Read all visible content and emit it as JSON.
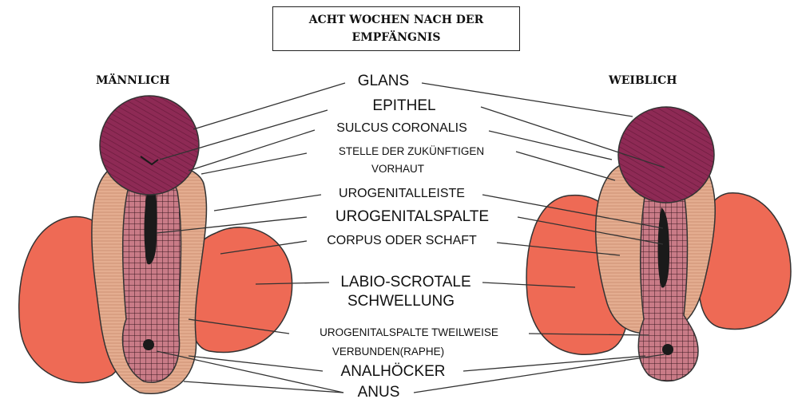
{
  "title": {
    "line1": "ACHT WOCHEN NACH DER",
    "line2": "EMPFÄNGNIS"
  },
  "male_title": "MÄNNLICH",
  "female_title": "WEIBLICH",
  "labels": {
    "glans": "GLANS",
    "epithel": "EPITHEL",
    "sulcus": "SULCUS CORONALIS",
    "vorhaut1": "STELLE DER ZUKÜNFTIGEN",
    "vorhaut2": "VORHAUT",
    "leiste": "UROGENITALLEISTE",
    "spalte": "UROGENITALSPALTE",
    "corpus": "CORPUS ODER SCHAFT",
    "labio1": "LABIO-SCROTALE",
    "labio2": "SCHWELLUNG",
    "raphe1": "UROGENITALSPALTE TWEILWEISE",
    "raphe2": "VERBUNDEN(RAPHE)",
    "analhoecker": "ANALHÖCKER",
    "anus": "ANUS"
  },
  "colors": {
    "glans": "#8e2a55",
    "swelling": "#ee6a55",
    "fold": "#e4ad90",
    "shaft": "#c97b87",
    "groove": "#1a1a1a"
  }
}
